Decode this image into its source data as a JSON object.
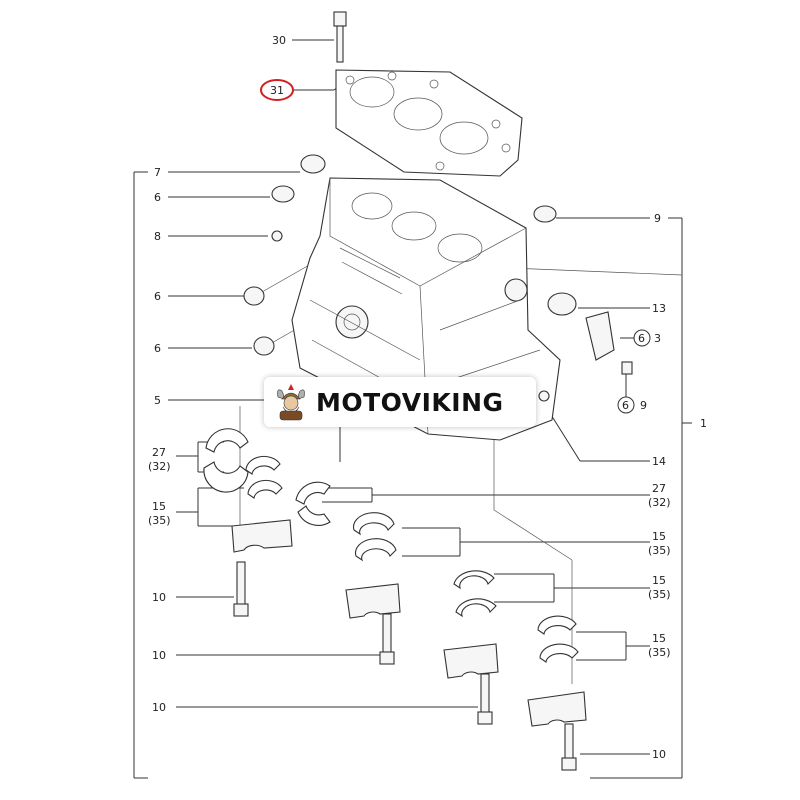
{
  "watermark": {
    "text": "MOTOVIKING"
  },
  "highlight_color": "#d22020",
  "callouts": [
    {
      "id": "c30",
      "text": "30"
    },
    {
      "id": "c31",
      "text": "31"
    },
    {
      "id": "c7",
      "text": "7"
    },
    {
      "id": "c6a",
      "text": "6"
    },
    {
      "id": "c8",
      "text": "8"
    },
    {
      "id": "c6b",
      "text": "6"
    },
    {
      "id": "c6c",
      "text": "6"
    },
    {
      "id": "c5",
      "text": "5"
    },
    {
      "id": "c27a",
      "text": "27"
    },
    {
      "id": "c27a2",
      "text": "(32)"
    },
    {
      "id": "c15a",
      "text": "15"
    },
    {
      "id": "c15a2",
      "text": "(35)"
    },
    {
      "id": "c10a",
      "text": "10"
    },
    {
      "id": "c10b",
      "text": "10"
    },
    {
      "id": "c10c",
      "text": "10"
    },
    {
      "id": "c9",
      "text": "9"
    },
    {
      "id": "c13",
      "text": "13"
    },
    {
      "id": "c6d",
      "text": "6"
    },
    {
      "id": "c3",
      "text": "3"
    },
    {
      "id": "c6e",
      "text": "6"
    },
    {
      "id": "c9b",
      "text": "9"
    },
    {
      "id": "c1",
      "text": "1"
    },
    {
      "id": "c14",
      "text": "14"
    },
    {
      "id": "c27b",
      "text": "27"
    },
    {
      "id": "c27b2",
      "text": "(32)"
    },
    {
      "id": "c15b",
      "text": "15"
    },
    {
      "id": "c15b2",
      "text": "(35)"
    },
    {
      "id": "c15c",
      "text": "15"
    },
    {
      "id": "c15c2",
      "text": "(35)"
    },
    {
      "id": "c15d",
      "text": "15"
    },
    {
      "id": "c15d2",
      "text": "(35)"
    },
    {
      "id": "c10d",
      "text": "10"
    }
  ]
}
